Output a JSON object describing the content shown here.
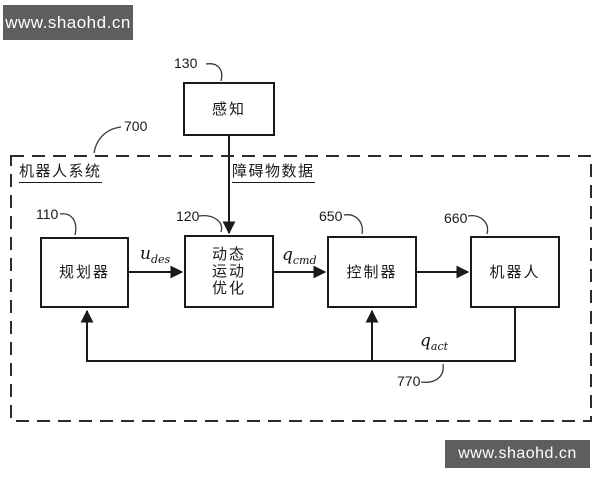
{
  "watermark": {
    "top_text": "www.shaohd.cn",
    "bottom_text": "www.shaohd.cn"
  },
  "colors": {
    "banner_bg": "#5e5e5e",
    "banner_text": "#ffffff",
    "line": "#1a1a1a",
    "background": "#ffffff"
  },
  "diagram": {
    "system": {
      "ref": "700",
      "label": "机器人系统"
    },
    "perception": {
      "ref": "130",
      "label": "感知"
    },
    "obstacle_data_label": "障碍物数据",
    "planner": {
      "ref": "110",
      "label": "规划器"
    },
    "dyn_opt": {
      "ref": "120",
      "label_lines": [
        "动态",
        "运动",
        "优化"
      ]
    },
    "controller": {
      "ref": "650",
      "label": "控制器"
    },
    "robot": {
      "ref": "660",
      "label": "机器人"
    },
    "feedback": {
      "ref": "770"
    },
    "signals": {
      "u_des": {
        "base": "u",
        "sub": "des"
      },
      "q_cmd": {
        "base": "q",
        "sub": "cmd"
      },
      "q_act": {
        "base": "q",
        "sub": "act"
      }
    }
  }
}
